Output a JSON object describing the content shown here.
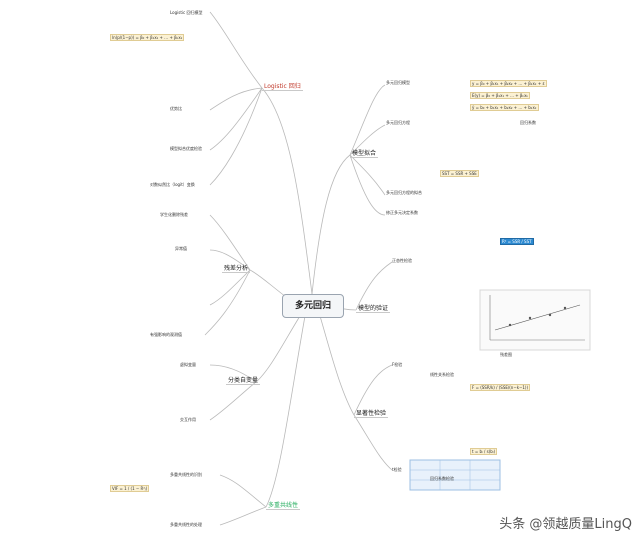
{
  "root": "多元回归",
  "branches": {
    "logistic": "Logistic 回归",
    "modeling": "模型拟合",
    "residual": "残差分析",
    "model_diag": "模型的验证",
    "dummy": "分类自变量",
    "significance": "显著性检验",
    "multicollinear": "多重共线性"
  },
  "modeling_sub": {
    "param_est": "多元回归模型",
    "model_form": "多元回归方程",
    "goodness": "多元回归方程的拟合",
    "fit_estimate": "回归系数",
    "adj_r2": "修正多元决定系数",
    "ssr_sst": "SST = SSR + SSE"
  },
  "residual_sub": {
    "standardized": "学生化删除残差",
    "outlier": "异常值",
    "influence": "有强影响的观测值"
  },
  "significance_sub": {
    "overall": "F检验",
    "individual": "t检验",
    "linear_rel": "线性关系检验",
    "coef_test": "回归系数检验"
  },
  "multicollinear_sub": {
    "detect": "多重共线性的识别",
    "handle": "多重共线性的处理"
  },
  "logistic_sub": {
    "odds": "Logistic 回归模型",
    "odds_ratio": "优势比",
    "fit_test": "模型拟合优度检验",
    "transform": "对数似然比（logit）变换"
  },
  "dummy_sub": {
    "dummy_var": "虚拟变量",
    "interaction": "交互作用"
  },
  "model_diag_sub": {
    "normality": "正态性检验",
    "plot_title": "残差图"
  },
  "formulas": {
    "f1": "y = β₀ + β₁x₁ + β₂x₂ + … + βₖxₖ + ε",
    "f2": "E(y) = β₀ + β₁x₁ + … + βₖxₖ",
    "f3": "ŷ = b₀ + b₁x₁ + b₂x₂ + … + bₖxₖ",
    "f4": "R² = SSR / SST",
    "f5": "F = (SSR/k) / (SSE/(n−k−1))",
    "f6": "t = bᵢ / s(bᵢ)",
    "f7": "ln(p/(1−p)) = β₀ + β₁x₁ + … + βₖxₖ",
    "f8": "VIF = 1 / (1 − R²ⱼ)"
  },
  "watermark": "头条 @领越质量LingQ",
  "colors": {
    "line": "#b9b9b9",
    "formula_bg": "#fbf1d3",
    "accent_red": "#d9534f",
    "accent_green": "#3aa655",
    "accent_blue": "#2d8ad1"
  }
}
